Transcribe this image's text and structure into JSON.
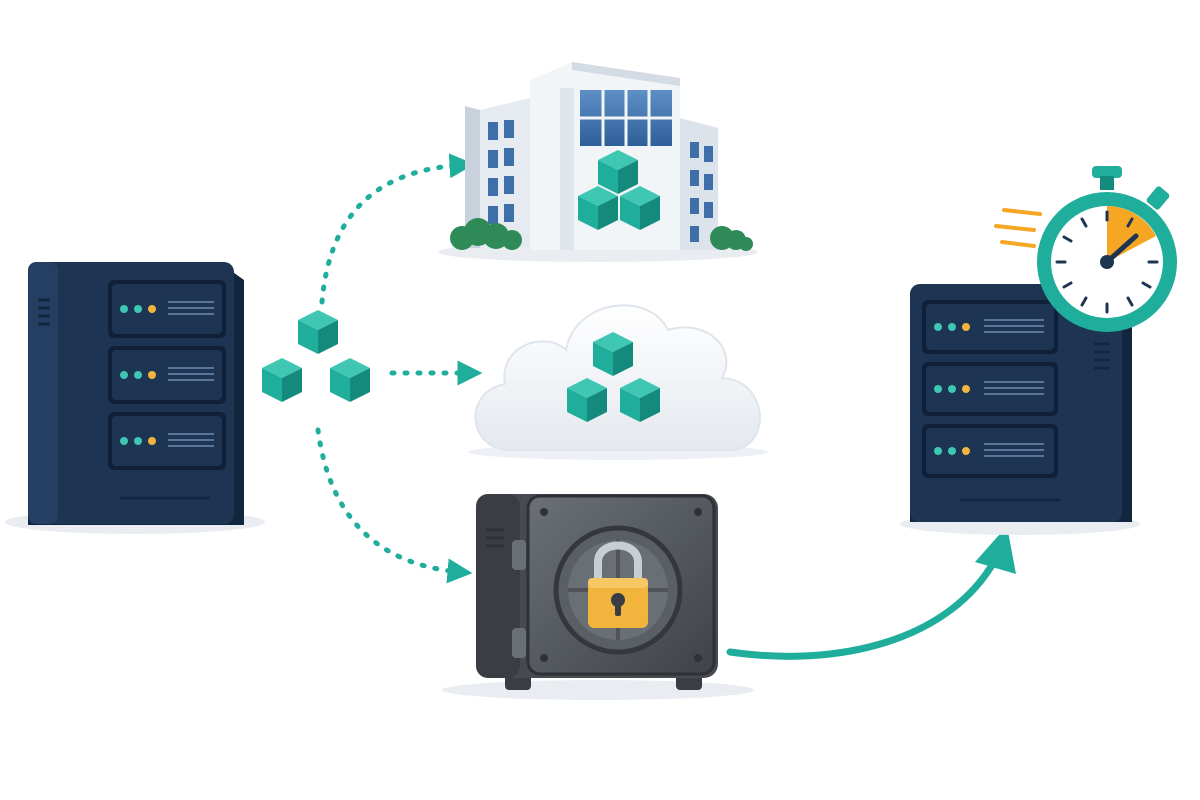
{
  "diagram": {
    "description_type": "backup-and-recovery-illustration",
    "nodes": [
      {
        "id": "source-server",
        "icon": "server-rack-icon"
      },
      {
        "id": "data-blocks",
        "icon": "data-blocks-icon"
      },
      {
        "id": "office-building",
        "icon": "office-building-icon"
      },
      {
        "id": "cloud-storage",
        "icon": "cloud-icon"
      },
      {
        "id": "secure-vault",
        "icon": "vault-lock-icon"
      },
      {
        "id": "recovery-server",
        "icon": "server-rack-icon"
      },
      {
        "id": "stopwatch",
        "icon": "stopwatch-icon"
      }
    ],
    "edges": [
      {
        "from": "data-blocks",
        "to": "office-building",
        "style": "dotted"
      },
      {
        "from": "data-blocks",
        "to": "cloud-storage",
        "style": "dotted"
      },
      {
        "from": "data-blocks",
        "to": "secure-vault",
        "style": "dotted"
      },
      {
        "from": "secure-vault",
        "to": "recovery-server",
        "style": "solid"
      }
    ]
  },
  "colors": {
    "teal": "#1fae9c",
    "teal_dark": "#148a7c",
    "teal_light": "#3fc7b4",
    "navy": "#1d3553",
    "navy_dark": "#132640",
    "vault_gray": "#55595f",
    "lock_gold": "#f2b43c",
    "accent_orange": "#f5a623",
    "building_blue": "#3e6fa8",
    "leaf_green": "#2e8b57"
  }
}
